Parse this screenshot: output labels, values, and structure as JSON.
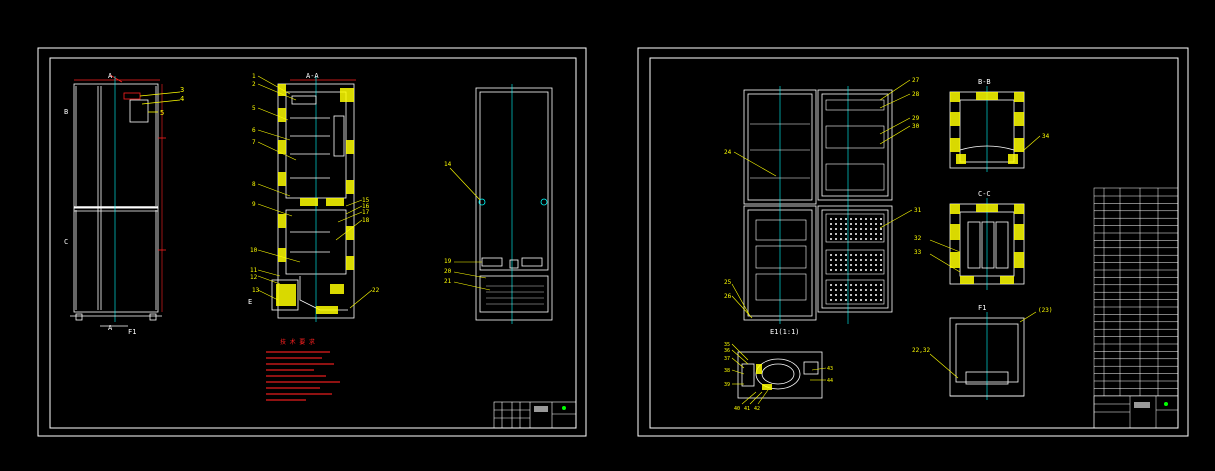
{
  "colors": {
    "background": "#000000",
    "frame": "#ffffff",
    "linework": "#ffffff",
    "leader": "#ffff00",
    "centerline": "#00ffff",
    "dimension": "#ff2020",
    "notes": "#ff2020",
    "insulation": "#ffff00"
  },
  "sheet1": {
    "front_view": {
      "section_mark_top": "A",
      "section_mark_bottom": "A",
      "side_mark_top": "B",
      "side_mark_mid": "C",
      "view_caption": "F1",
      "callout_3": "3",
      "callout_4": "4",
      "callout_5": "5"
    },
    "section_view": {
      "title": "A-A",
      "callouts": [
        "1",
        "2",
        "5",
        "6",
        "7",
        "8",
        "9",
        "10",
        "11",
        "12",
        "13",
        "15",
        "16",
        "17",
        "18",
        "22"
      ],
      "detail_mark": "E"
    },
    "side_view": {
      "callouts": [
        "14",
        "19",
        "20",
        "21"
      ]
    },
    "notes_title": "技 术 要 求"
  },
  "sheet2": {
    "front_open_view": {
      "callouts": [
        "27",
        "28",
        "29",
        "30",
        "24",
        "31",
        "25",
        "26"
      ],
      "caption": "E1(1:1)"
    },
    "detail_e": {
      "callouts": [
        "35",
        "36",
        "37",
        "38",
        "39",
        "40",
        "41",
        "42",
        "43",
        "44"
      ]
    },
    "section_bb": {
      "title": "B-B",
      "callouts": [
        "34"
      ]
    },
    "section_cc": {
      "title": "C-C",
      "callouts": [
        "32",
        "33"
      ]
    },
    "view_f": {
      "title": "F1",
      "callouts": [
        "(23)",
        "22,32"
      ]
    }
  }
}
